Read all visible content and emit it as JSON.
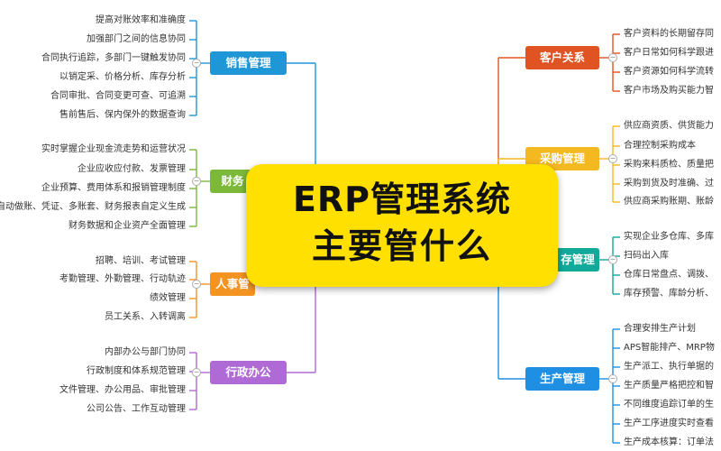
{
  "center": {
    "line1": "ERP管理系统",
    "line2": "主要管什么"
  },
  "colors": {
    "sales": "#1f97d6",
    "finance": "#7cb83a",
    "hr": "#f39321",
    "admin": "#b06ad6",
    "customer": "#e05323",
    "purchase": "#f4b820",
    "inventory": "#12a89a",
    "production": "#1f8fe3"
  },
  "branches": [
    {
      "key": "sales",
      "label": "销售管理",
      "items": [
        "提高对账效率和准确度",
        "加强部门之间的信息协同",
        "合同执行追踪，多部门一键触发协同",
        "以销定采、价格分析、库存分析",
        "合同审批、合同变更可查、可追溯",
        "售前售后、保内保外的数据查询"
      ]
    },
    {
      "key": "finance",
      "label": "财务",
      "items": [
        "实时掌握企业现金流走势和运营状况",
        "企业应收应付款、发票管理",
        "企业预算、费用体系和报销管理制度",
        "自动做账、凭证、多账套、财务报表自定义生成",
        "财务数据和企业资产全面管理"
      ]
    },
    {
      "key": "hr",
      "label": "人事管",
      "items": [
        "招聘、培训、考试管理",
        "考勤管理、外勤管理、行动轨迹",
        "绩效管理",
        "员工关系、入转调离"
      ]
    },
    {
      "key": "admin",
      "label": "行政办公",
      "items": [
        "内部办公与部门协同",
        "行政制度和体系规范管理",
        "文件管理、办公用品、审批管理",
        "公司公告、工作互动管理"
      ]
    },
    {
      "key": "customer",
      "label": "客户关系",
      "items": [
        "客户资料的长期留存同",
        "客户日常如何科学跟进",
        "客户资源如何科学流转",
        "客户市场及购买能力智"
      ]
    },
    {
      "key": "purchase",
      "label": "采购管理",
      "items": [
        "供应商资质、供货能力",
        "合理控制采购成本",
        "采购来料质检、质量把",
        "采购到货及时准确、过",
        "供应商采购账期、账龄"
      ]
    },
    {
      "key": "inventory",
      "label": "存管理",
      "items": [
        "实现企业多仓库、多库",
        "扫码出入库",
        "仓库日常盘点、调拨、",
        "库存预警、库龄分析、"
      ]
    },
    {
      "key": "production",
      "label": "生产管理",
      "items": [
        "合理安排生产计划",
        "APS智能排产、MRP物",
        "生产派工、执行单据的",
        "生产质量严格把控和智",
        "不同维度追踪订单的生",
        "生产工序进度实时查看",
        "生产成本核算：订单法"
      ]
    }
  ]
}
